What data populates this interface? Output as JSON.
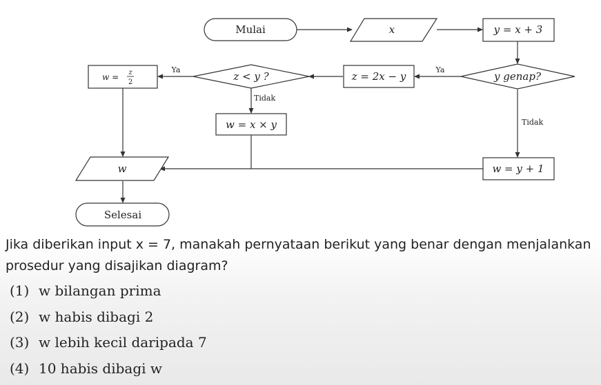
{
  "flowchart": {
    "start": "Mulai",
    "input": "x",
    "assign_y": "y = x + 3",
    "decision_even": "y genap?",
    "assign_z": "z = 2x − y",
    "decision_compare": "z < y ?",
    "assign_w_half_lhs": "w =",
    "assign_w_half_num": "z",
    "assign_w_half_den": "2",
    "assign_w_product": "w = x × y",
    "assign_w_plus": "w = y + 1",
    "output": "w",
    "end": "Selesai",
    "label_yes_1": "Ya",
    "label_yes_2": "Ya",
    "label_no_1": "Tidak",
    "label_no_2": "Tidak"
  },
  "question": {
    "text": "Jika diberikan input x = 7, manakah pernyataan berikut yang benar dengan menjalankan prosedur yang disajikan diagram?"
  },
  "options": [
    {
      "num": "(1)",
      "text": "w bilangan prima"
    },
    {
      "num": "(2)",
      "text": "w habis dibagi 2"
    },
    {
      "num": "(3)",
      "text": "w lebih kecil daripada 7"
    },
    {
      "num": "(4)",
      "text": "10 habis dibagi w"
    }
  ]
}
